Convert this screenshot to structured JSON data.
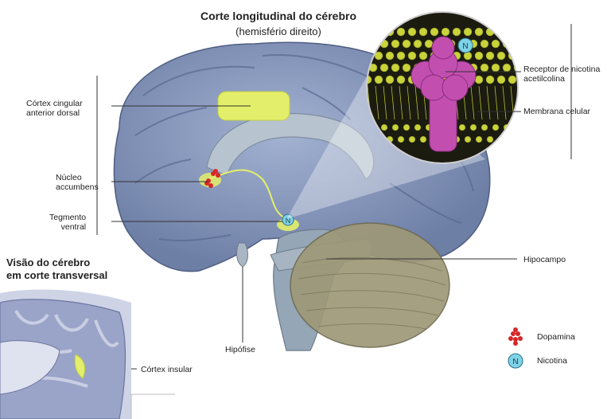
{
  "title": "Corte longitudinal do cérebro",
  "subtitle": "(hemisfério direito)",
  "labels": {
    "cortex_cingular_line1": "Córtex cingular",
    "cortex_cingular_line2": "anterior dorsal",
    "nucleo_line1": "Núcleo",
    "nucleo_line2": "accumbens",
    "tegmento_line1": "Tegmento",
    "tegmento_line2": "ventral",
    "hipofise": "Hipófise",
    "hipocampo": "Hipocampo",
    "receptor_line1": "Receptor de nicotina",
    "receptor_line2": "acetilcolina",
    "membrana": "Membrana celular",
    "cortex_insular": "Córtex insular"
  },
  "inset": {
    "title_line1": "Visão do cérebro",
    "title_line2": "em corte transversal"
  },
  "legend": {
    "dopamina": "Dopamina",
    "nicotina": "Nicotina",
    "nicotina_symbol": "N"
  },
  "colors": {
    "brain_fill": "#8193b8",
    "brain_dark": "#5d6d94",
    "highlight_yellow": "#e3ef6a",
    "receptor_magenta": "#c24fb0",
    "membrane_yellow": "#c9d33a",
    "dopamine_red": "#d62728",
    "nicotine_blue": "#7fd3e8",
    "cerebellum": "#9e9878"
  }
}
